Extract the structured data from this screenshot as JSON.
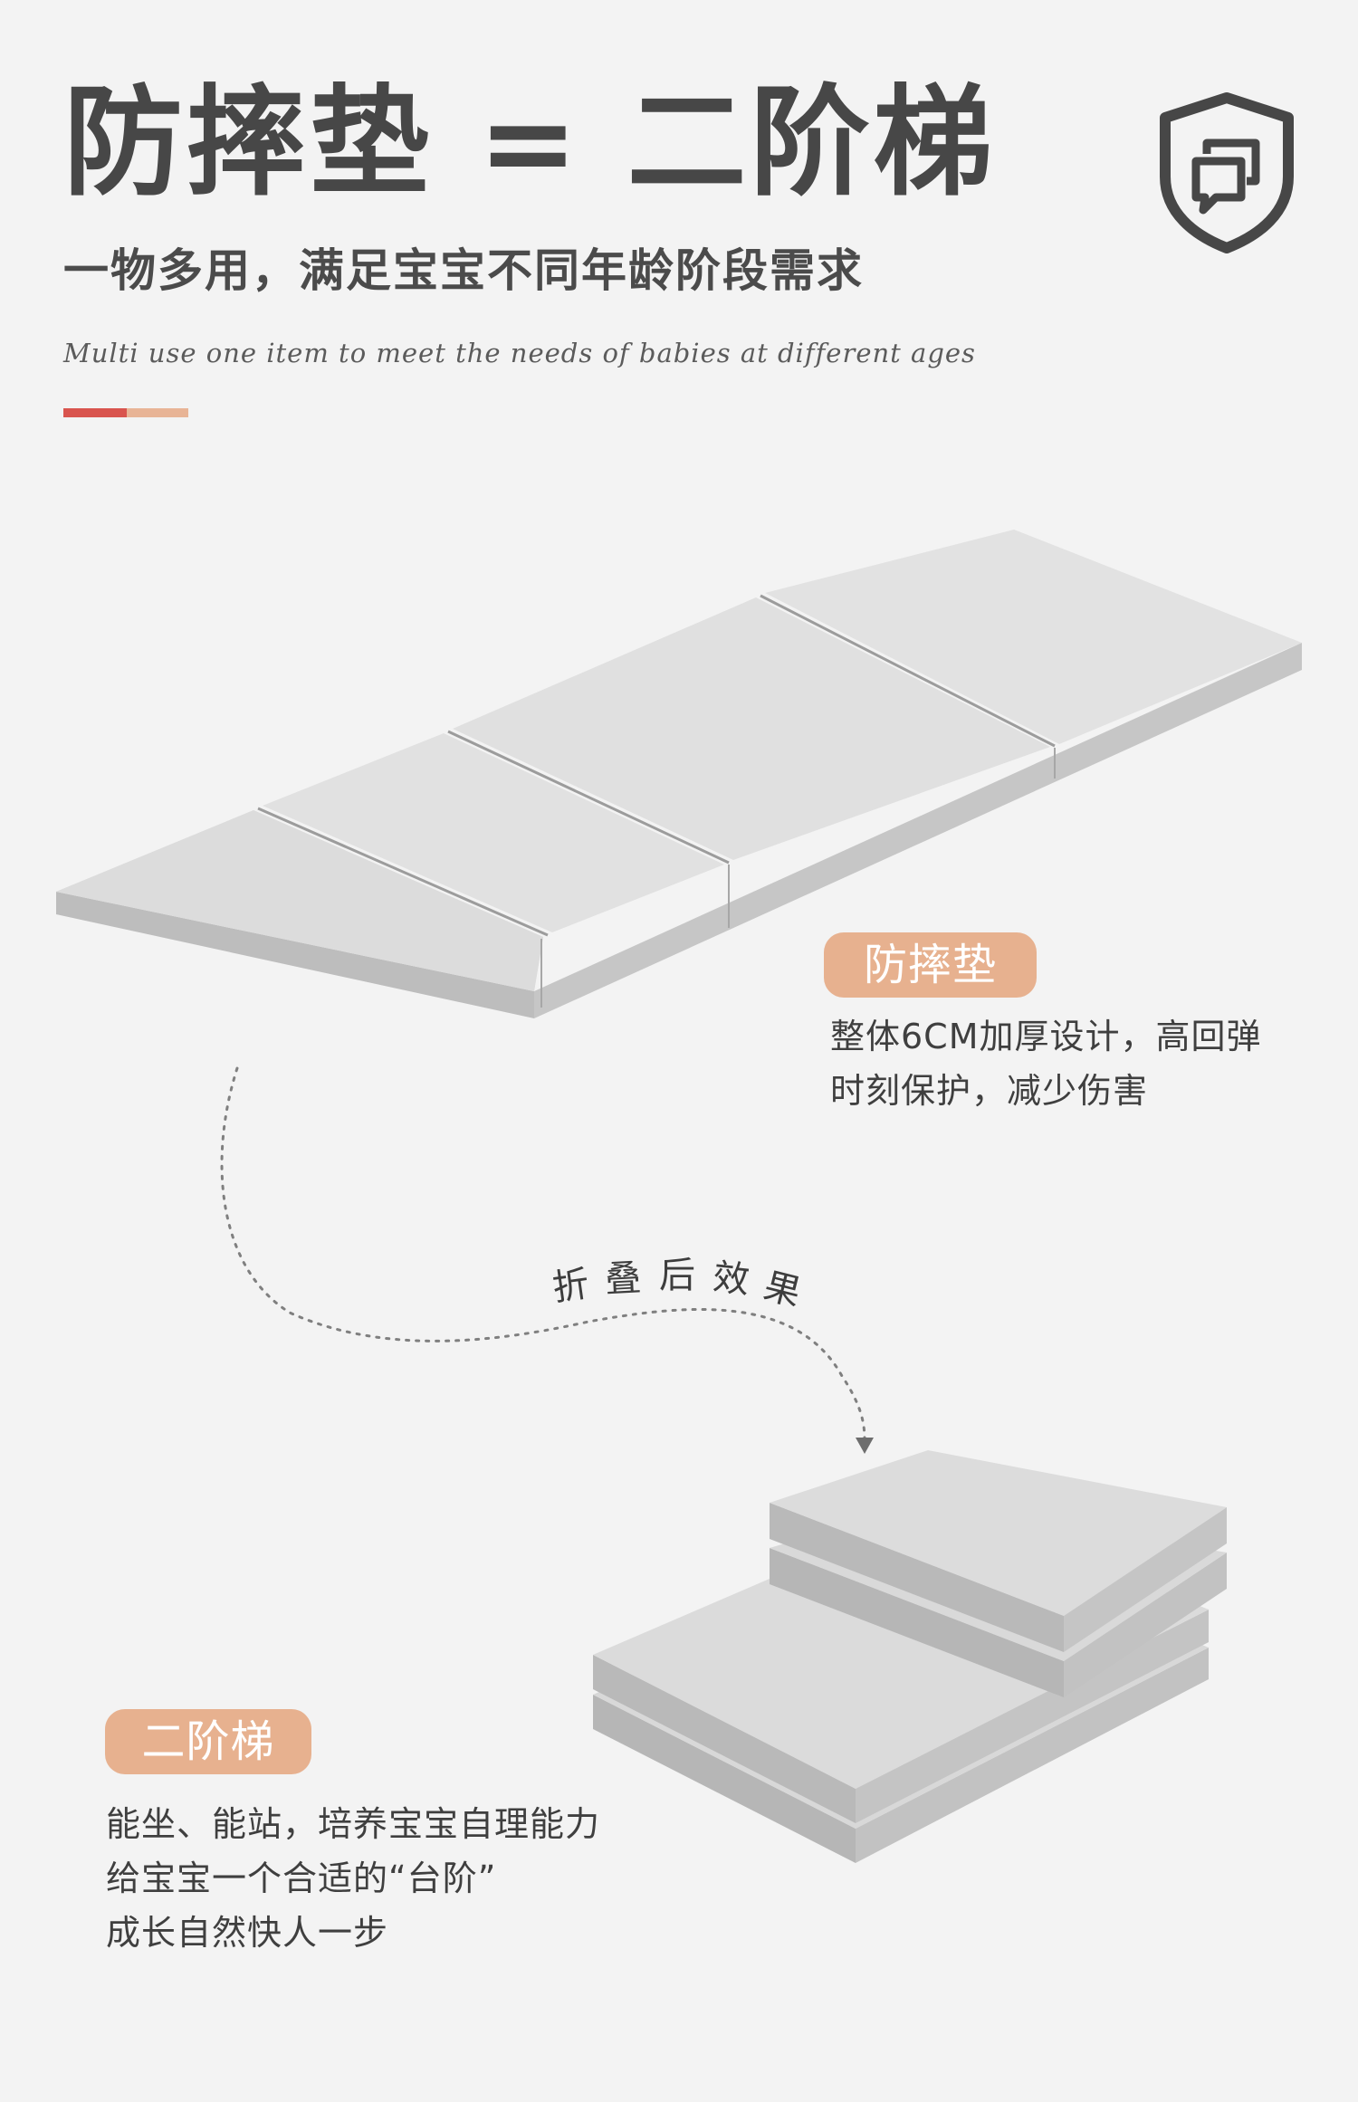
{
  "header": {
    "title": "防摔垫 = 二阶梯",
    "subtitle": "一物多用，满足宝宝不同年龄阶段需求",
    "subtitle_en": "Multi use one item to meet the needs of babies at different ages"
  },
  "icons": {
    "shield": "shield-chat-icon"
  },
  "colors": {
    "accent_red": "#d9544e",
    "accent_peach": "#e8b496",
    "badge": "#e7b18f",
    "mat_top": "#dcdcdc",
    "mat_side": "#b9b9b9"
  },
  "mat_section": {
    "badge": "防摔垫",
    "lines": [
      "整体6CM加厚设计，高回弹",
      "时刻保护，减少伤害"
    ]
  },
  "fold": {
    "label": "折叠后效果",
    "chars": [
      "折",
      "叠",
      "后",
      "效",
      "果"
    ]
  },
  "stairs_section": {
    "badge": "二阶梯",
    "lines": [
      "能坐、能站，培养宝宝自理能力",
      "给宝宝一个合适的“台阶”",
      "成长自然快人一步"
    ]
  }
}
